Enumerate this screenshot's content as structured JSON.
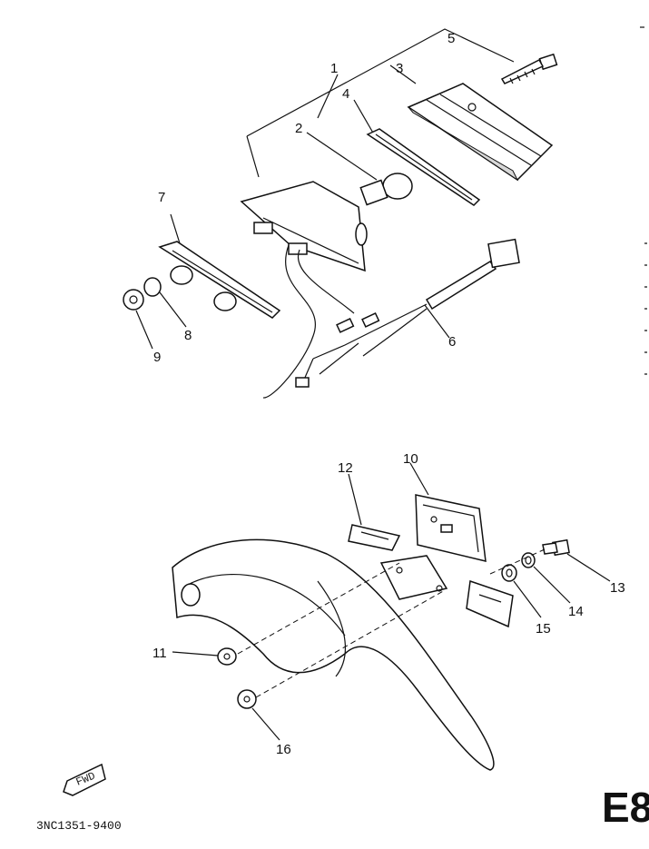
{
  "diagram_code": "3NC1351-9400",
  "section_label": "E8",
  "fwd_label": "FWD",
  "callouts": [
    {
      "id": "c1",
      "label": "1"
    },
    {
      "id": "c2",
      "label": "2"
    },
    {
      "id": "c3",
      "label": "3"
    },
    {
      "id": "c4",
      "label": "4"
    },
    {
      "id": "c5",
      "label": "5"
    },
    {
      "id": "c6",
      "label": "6"
    },
    {
      "id": "c7",
      "label": "7"
    },
    {
      "id": "c8",
      "label": "8"
    },
    {
      "id": "c9",
      "label": "9"
    },
    {
      "id": "c10",
      "label": "10"
    },
    {
      "id": "c11",
      "label": "11"
    },
    {
      "id": "c12",
      "label": "12"
    },
    {
      "id": "c13",
      "label": "13"
    },
    {
      "id": "c14",
      "label": "14"
    },
    {
      "id": "c15",
      "label": "15"
    },
    {
      "id": "c16",
      "label": "16"
    }
  ]
}
